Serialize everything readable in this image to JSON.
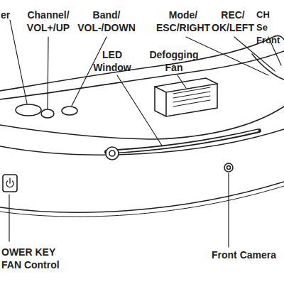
{
  "diagram": {
    "labels": [
      "er",
      "Channel/ VOL+/UP",
      "Band/ VOL-/DOWN",
      "Mode/ ESC/RIGHT",
      "REC/ OK/LEFT",
      "CH Se Front",
      "LED Window",
      "Defogging Fan",
      "OWER KEY FAN Control",
      "Front Camera"
    ]
  }
}
